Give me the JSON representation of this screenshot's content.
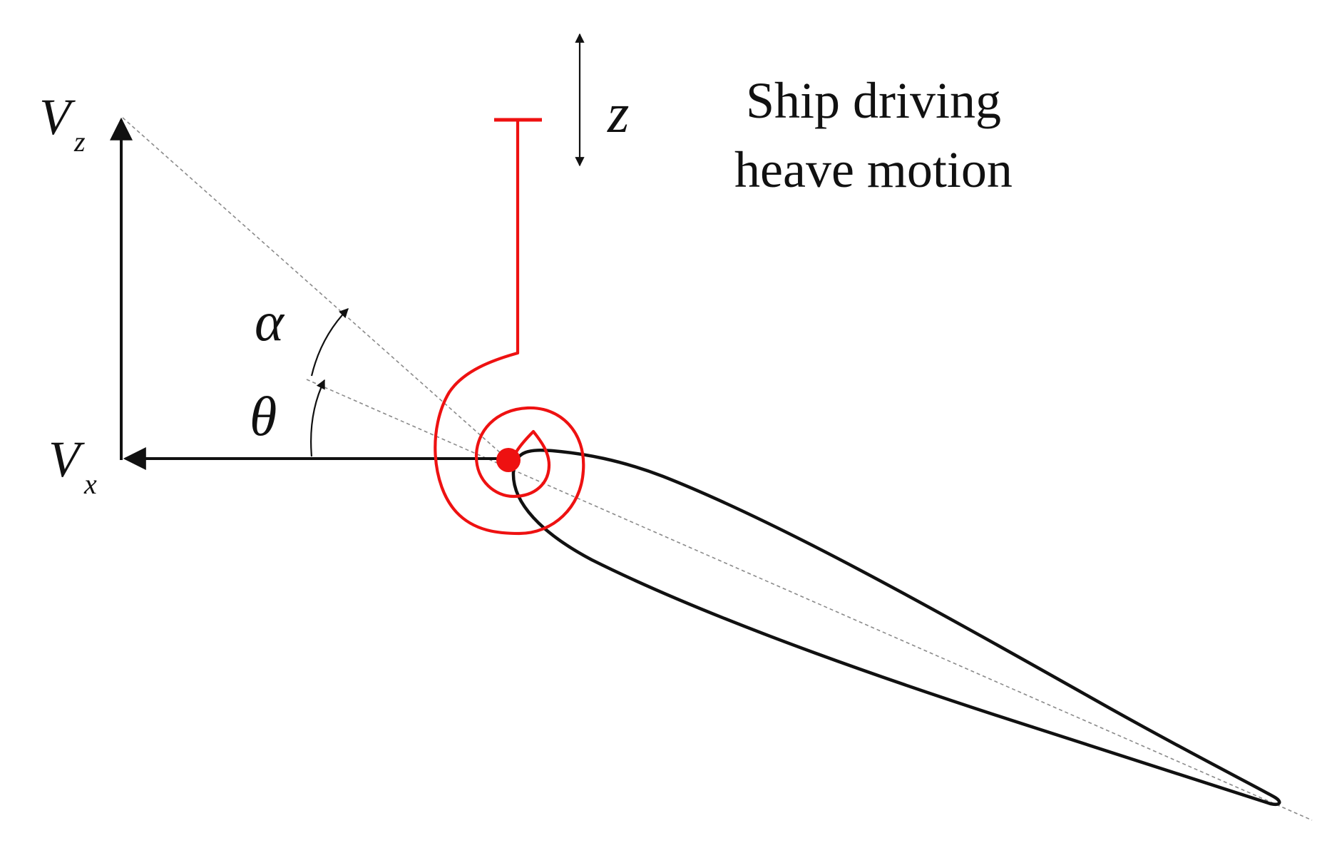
{
  "caption": {
    "line1": "Ship driving",
    "line2": "heave motion"
  },
  "labels": {
    "vz_main": "V",
    "vz_sub": "z",
    "vx_main": "V",
    "vx_sub": "x",
    "alpha": "α",
    "theta": "θ",
    "heave": "z"
  },
  "colors": {
    "mechanism": "#ee1111",
    "ink": "#111111",
    "guide": "#8a8a8a"
  }
}
